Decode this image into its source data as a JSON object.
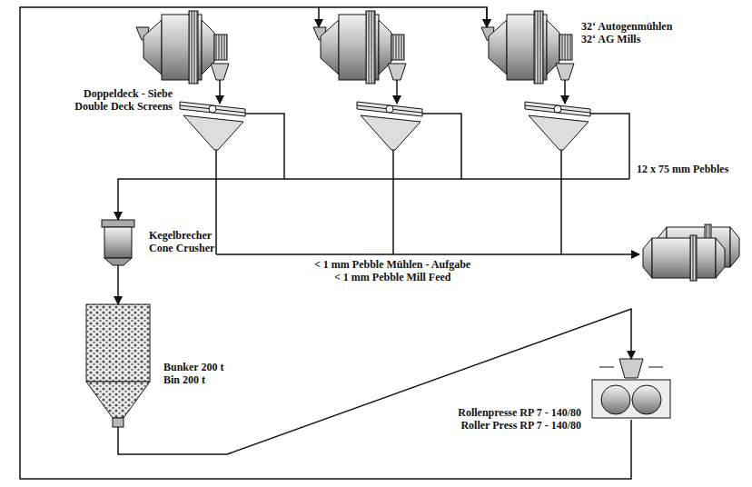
{
  "diagram": {
    "nodes": [
      {
        "text": [
          "32‘ Autogenmühlen",
          "32‘ AG Mills"
        ]
      },
      {
        "text": [
          "Doppeldeck - Siebe",
          "Double Deck Screens"
        ]
      },
      {
        "text": [
          "Kegelbrecher",
          "Cone Crusher"
        ]
      },
      {
        "text": [
          "Bunker 200 t",
          "Bin 200 t"
        ]
      },
      {
        "text": [
          "Rollenpresse RP 7 - 140/80",
          "Roller Press RP 7 - 140/80"
        ]
      }
    ],
    "edges": [
      {
        "from": 1,
        "to": 2,
        "arrow": "to"
      },
      {
        "from": 2,
        "to": 3,
        "arrow": "to"
      },
      {
        "from": 3,
        "to": 4,
        "arrow": "to"
      },
      {
        "from": 4,
        "to": 0,
        "arrow": "to"
      }
    ],
    "labels": [
      "12 x 75 mm Pebbles",
      "< 1 mm Pebble Mühlen - Aufgabe",
      "< 1 mm Pebble Mill Feed"
    ]
  }
}
